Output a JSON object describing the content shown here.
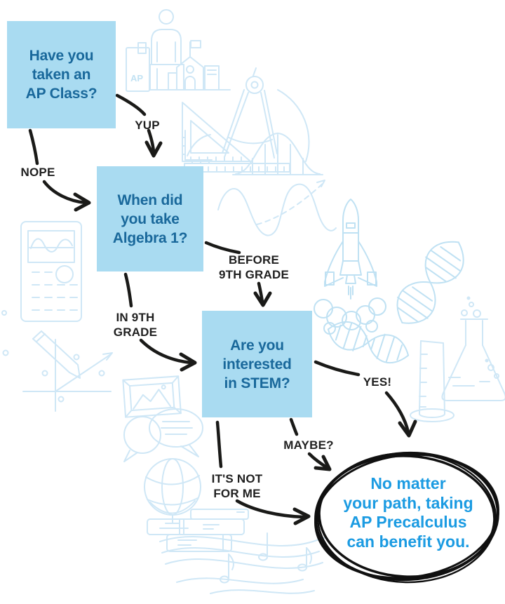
{
  "nodes": {
    "q1": {
      "lines": [
        "Have you",
        "taken an",
        "AP Class?"
      ]
    },
    "q2": {
      "lines": [
        "When did",
        "you take",
        "Algebra 1?"
      ]
    },
    "q3": {
      "lines": [
        "Are you",
        "interested",
        "in STEM?"
      ]
    }
  },
  "result": {
    "lines": [
      "No matter",
      "your path, taking",
      "AP Precalculus",
      "can benefit you."
    ]
  },
  "labels": {
    "yup": "YUP",
    "nope": "NOPE",
    "before9": [
      "BEFORE",
      "9TH GRADE"
    ],
    "in9": [
      "IN 9TH",
      "GRADE"
    ],
    "yes": "YES!",
    "maybe": "MAYBE?",
    "notforme": [
      "IT'S NOT",
      "FOR ME"
    ]
  },
  "artwork": {
    "ap_label": "AP",
    "icons": [
      "ap-document-icon",
      "presenter-icon",
      "school-icon",
      "drafting-compass-icon",
      "set-square-icon",
      "bell-curve-icon",
      "mini-graph-icon",
      "sine-wave-icon",
      "calculator-icon",
      "space-shuttle-icon",
      "dna-icon",
      "small-dna-icon",
      "flask-icon",
      "measuring-cylinder-icon",
      "pencil-graph-icon",
      "picture-frame-icon",
      "speech-bubbles-icon",
      "globe-icon",
      "books-icon",
      "music-notes-icon"
    ]
  },
  "colors": {
    "node_fill": "#a9dbf1",
    "node_text": "#19689b",
    "result_text": "#1b9be2",
    "label_text": "#1f1f1f",
    "arrow": "#1a1a18",
    "artwork_light": "#cfe7f6",
    "artwork_medium": "#bfe1f3"
  }
}
